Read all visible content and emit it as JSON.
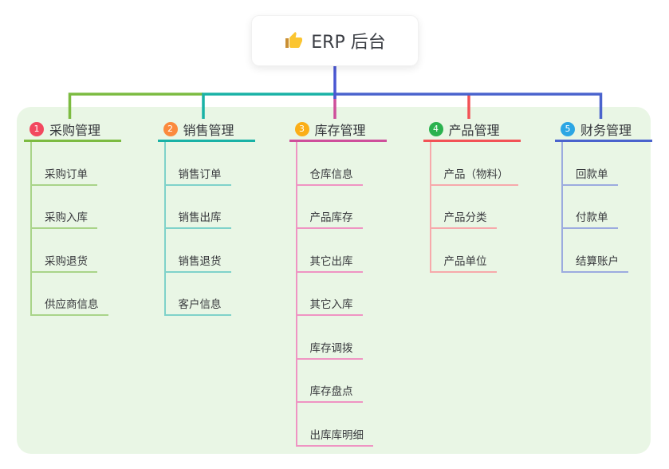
{
  "root": {
    "label": "ERP 后台",
    "icon": "thumbs-up-icon",
    "icon_color": "#fbc531",
    "icon_cuff_color": "#c98f34"
  },
  "panel_bg": "#e9f6e5",
  "connector_root_color": "#4a57d2",
  "branches": [
    {
      "number": "1",
      "label": "采购管理",
      "badge_color": "#f2485f",
      "line_color": "#7cbb41",
      "child_line_color": "#a9d489",
      "children": [
        "采购订单",
        "采购入库",
        "采购退货",
        "供应商信息"
      ]
    },
    {
      "number": "2",
      "label": "销售管理",
      "badge_color": "#fb8a3d",
      "line_color": "#19b2a6",
      "child_line_color": "#7fd2ca",
      "children": [
        "销售订单",
        "销售出库",
        "销售退货",
        "客户信息"
      ]
    },
    {
      "number": "3",
      "label": "库存管理",
      "badge_color": "#fbae17",
      "line_color": "#ce4f9b",
      "child_line_color": "#ef94c3",
      "children": [
        "仓库信息",
        "产品库存",
        "其它出库",
        "其它入库",
        "库存调拨",
        "库存盘点",
        "出库库明细"
      ]
    },
    {
      "number": "4",
      "label": "产品管理",
      "badge_color": "#2bb24f",
      "line_color": "#f25256",
      "child_line_color": "#f7a9ab",
      "children": [
        "产品（物料）",
        "产品分类",
        "产品单位"
      ]
    },
    {
      "number": "5",
      "label": "财务管理",
      "badge_color": "#2ca6e4",
      "line_color": "#4a63cd",
      "child_line_color": "#9cabdf",
      "children": [
        "回款单",
        "付款单",
        "结算账户"
      ]
    }
  ]
}
